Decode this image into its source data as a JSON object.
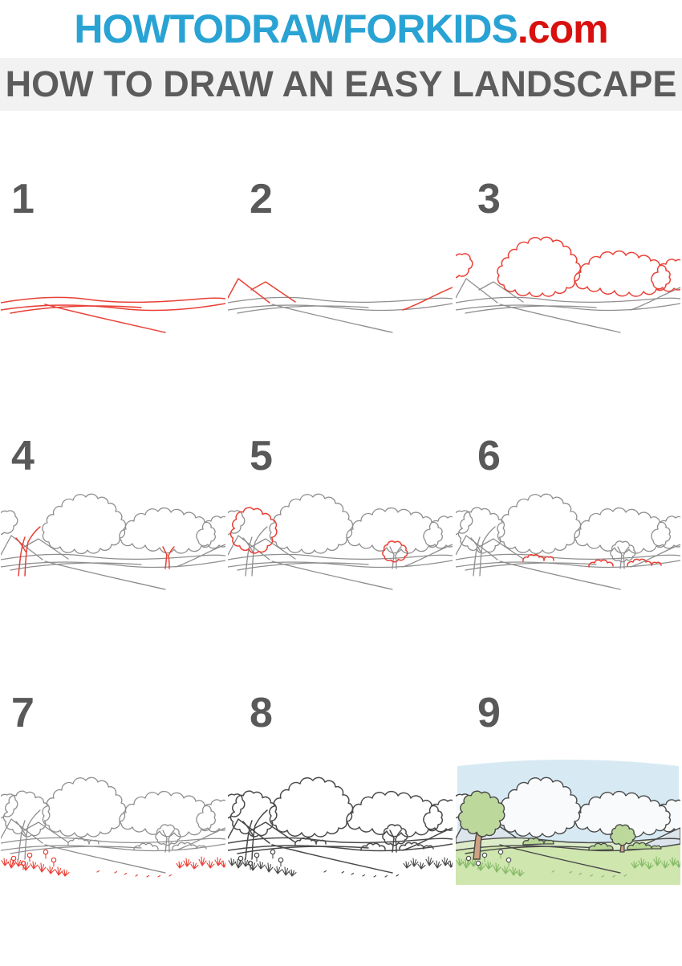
{
  "header": {
    "brand_name": "HOWTODRAWFORKIDS",
    "brand_tld": ".com",
    "brand_name_color": "#29a3d4",
    "brand_tld_color": "#d8100e"
  },
  "banner": {
    "title": "HOW TO DRAW AN EASY LANDSCAPE",
    "text_color": "#5c5c5c",
    "background": "#f2f2f2"
  },
  "tutorial": {
    "palette": {
      "new_element_stroke": "#e94036",
      "sketch_stroke": "#8e8e8e",
      "final_outline": "#494949",
      "number_color": "#595959",
      "fills": {
        "sky": "#d7eaf3",
        "cloud": "#f8fafb",
        "mountain": "#dce5eb",
        "grass_light": "#dcecc8",
        "grass_mid": "#cfe6af",
        "bush": "#b7d795",
        "tree_crown": "#bcd99b",
        "tree_trunk": "#d0a183",
        "grass_stroke": "#86ba68",
        "flower": "#ffffff"
      }
    },
    "steps": [
      {
        "number": "1",
        "new_element": "ground-lines",
        "layers": [
          "ground"
        ],
        "new_layer": "ground",
        "colored": false
      },
      {
        "number": "2",
        "new_element": "mountains",
        "layers": [
          "ground",
          "mountains"
        ],
        "new_layer": "mountains",
        "colored": false
      },
      {
        "number": "3",
        "new_element": "clouds",
        "layers": [
          "ground",
          "mountains",
          "clouds"
        ],
        "new_layer": "clouds",
        "colored": false
      },
      {
        "number": "4",
        "new_element": "tree-trunks",
        "layers": [
          "ground",
          "mountains",
          "clouds",
          "trunks"
        ],
        "new_layer": "trunks",
        "colored": false
      },
      {
        "number": "5",
        "new_element": "tree-crowns",
        "layers": [
          "ground",
          "mountains",
          "clouds",
          "trunks",
          "crowns"
        ],
        "new_layer": "crowns",
        "colored": false
      },
      {
        "number": "6",
        "new_element": "bushes",
        "layers": [
          "ground",
          "mountains",
          "clouds",
          "trunks",
          "crowns",
          "bushes"
        ],
        "new_layer": "bushes",
        "colored": false
      },
      {
        "number": "7",
        "new_element": "grass-and-flowers",
        "layers": [
          "ground",
          "mountains",
          "clouds",
          "trunks",
          "crowns",
          "bushes",
          "grass"
        ],
        "new_layer": "grass",
        "colored": false
      },
      {
        "number": "8",
        "new_element": "final-outline",
        "layers": [
          "ground",
          "mountains",
          "clouds",
          "trunks",
          "crowns",
          "bushes",
          "grass"
        ],
        "new_layer": null,
        "colored": false
      },
      {
        "number": "9",
        "new_element": "coloring",
        "layers": [
          "ground",
          "mountains",
          "clouds",
          "trunks",
          "crowns",
          "bushes",
          "grass"
        ],
        "new_layer": null,
        "colored": true
      }
    ]
  }
}
